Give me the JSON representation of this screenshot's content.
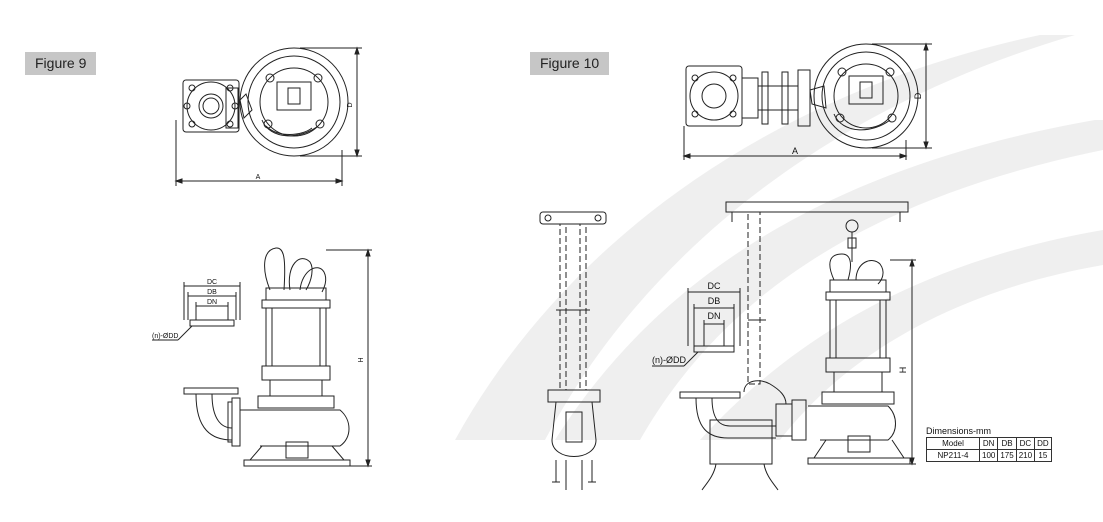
{
  "figures": {
    "figure9": {
      "label": "Figure 9"
    },
    "figure10": {
      "label": "Figure 10"
    }
  },
  "dimension_labels": {
    "a": "A",
    "d": "D",
    "h": "H",
    "dc": "DC",
    "db": "DB",
    "dn": "DN",
    "dd": "(n)-ØDD"
  },
  "dimensions_table": {
    "caption": "Dimensions-mm",
    "headers": [
      "Model",
      "DN",
      "DB",
      "DC",
      "DD"
    ],
    "row": [
      "NP211-4",
      "100",
      "175",
      "210",
      "15"
    ]
  },
  "colors": {
    "line": "#222222",
    "swoosh": "#efefef",
    "label_bg": "#c6c6c6"
  }
}
